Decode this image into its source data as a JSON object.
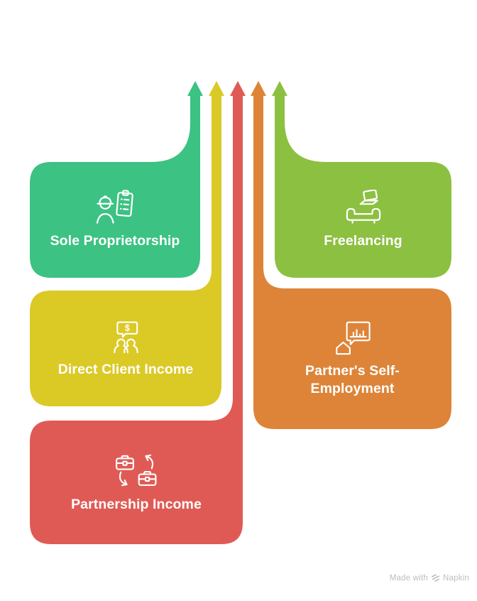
{
  "canvas": {
    "background": "#ffffff",
    "label_color": "#ffffff"
  },
  "nodes": [
    {
      "id": "sole-proprietorship",
      "label": "Sole Proprietorship",
      "color": "#3CC283",
      "icon": "worker-clipboard-icon"
    },
    {
      "id": "freelancing",
      "label": "Freelancing",
      "color": "#8CC041",
      "icon": "couch-laptop-icon"
    },
    {
      "id": "direct-client-income",
      "label": "Direct Client Income",
      "color": "#DBC926",
      "icon": "clients-dollar-chat-icon"
    },
    {
      "id": "partners-self-employment",
      "label": "Partner's Self-Employment",
      "color": "#DD8438",
      "icon": "home-chart-bubble-icon"
    },
    {
      "id": "partnership-income",
      "label": "Partnership Income",
      "color": "#E05A55",
      "icon": "briefcase-swap-icon"
    }
  ],
  "icon_glyphs": {
    "dollar": "$"
  },
  "watermark": {
    "prefix": "Made with",
    "brand": "Napkin",
    "color": "#bdbdbd"
  }
}
